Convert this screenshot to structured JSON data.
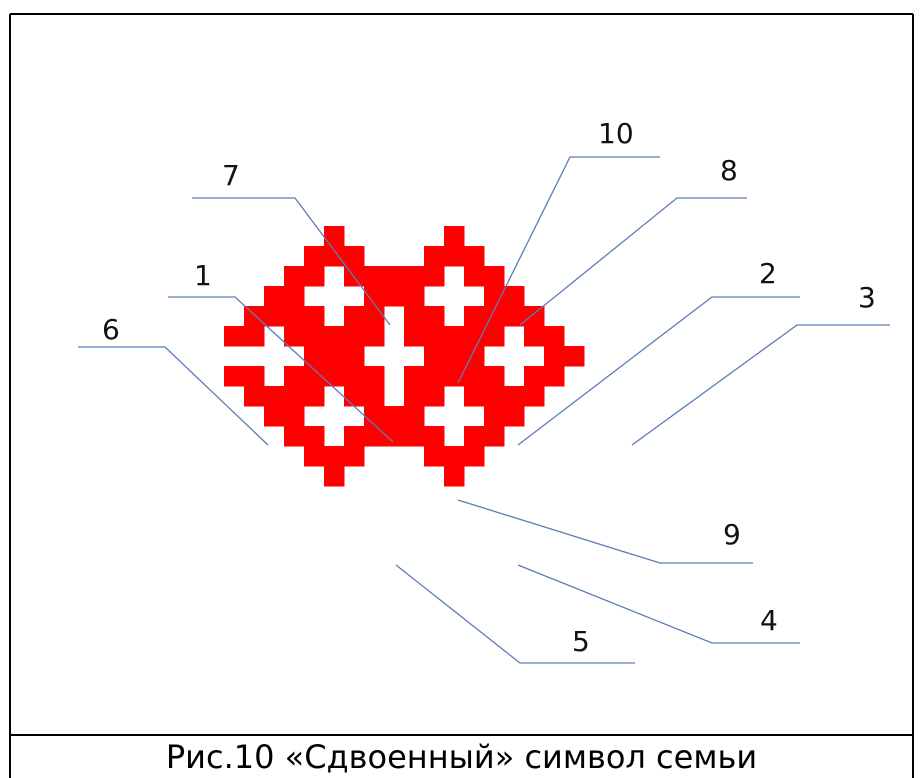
{
  "figure": {
    "caption": "Рис.10 «Сдвоенный» символ семьи",
    "pattern_color": "#ff0000",
    "line_color": "#5b7db5",
    "callout_labels": [
      "1",
      "2",
      "3",
      "4",
      "5",
      "6",
      "7",
      "8",
      "9",
      "10"
    ]
  }
}
